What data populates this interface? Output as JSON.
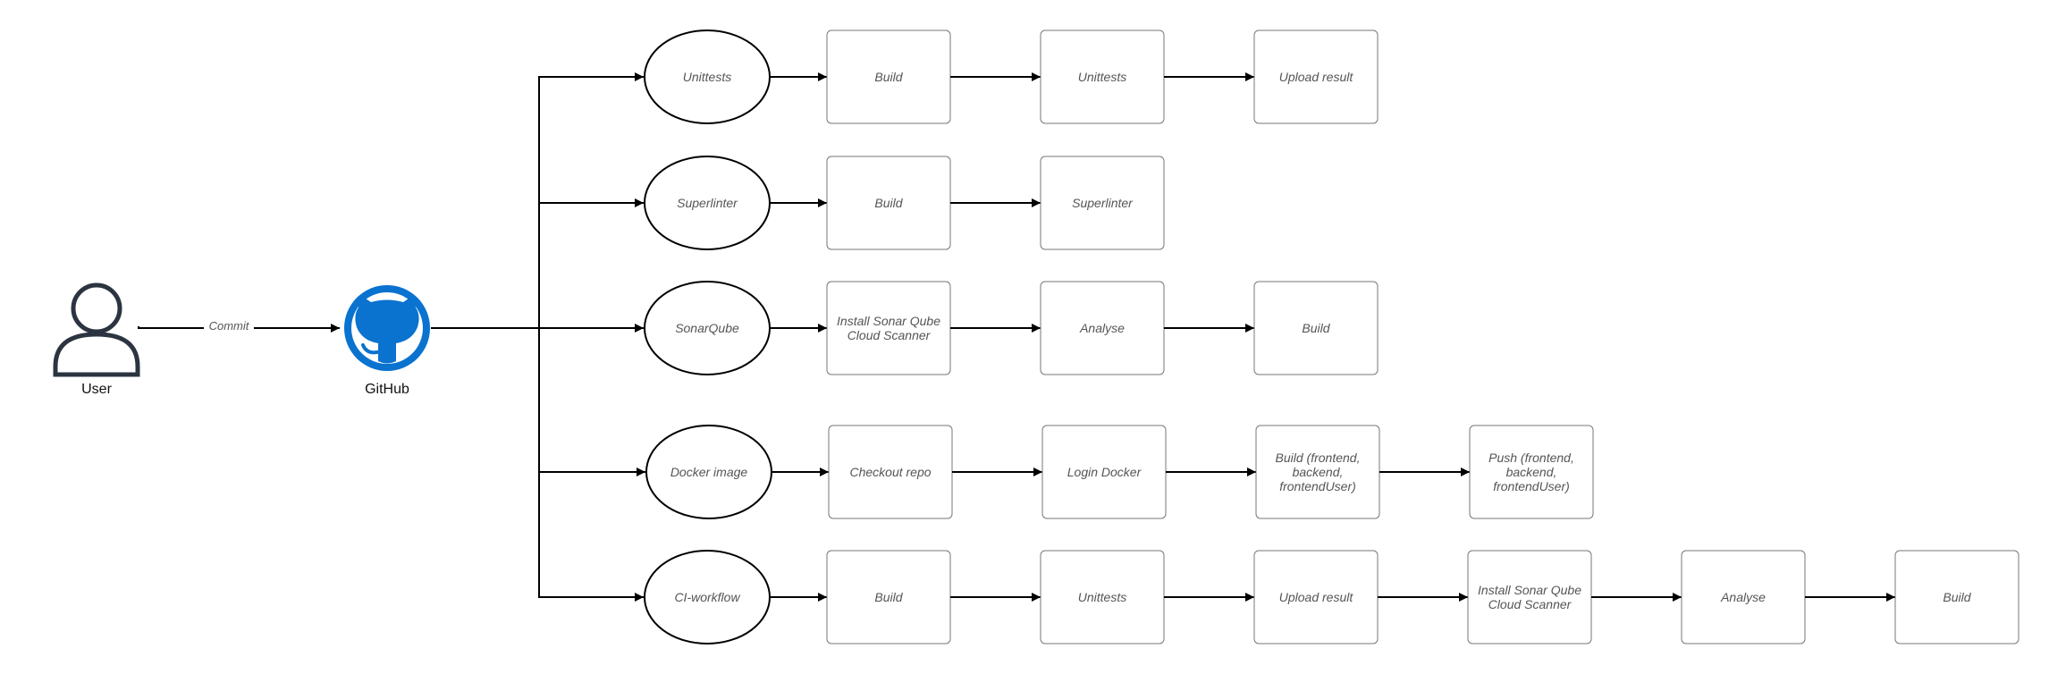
{
  "actors": {
    "user": {
      "label": "User"
    },
    "github": {
      "label": "GitHub"
    }
  },
  "edge_label": "Commit",
  "colors": {
    "github": "#0a72cf",
    "user_stroke": "#2b3440",
    "line": "#000000",
    "box_stroke": "#777777"
  },
  "workflows": [
    {
      "name": "Unittests",
      "steps": [
        "Build",
        "Unittests",
        "Upload result"
      ]
    },
    {
      "name": "Superlinter",
      "steps": [
        "Build",
        "Superlinter"
      ]
    },
    {
      "name": "SonarQube",
      "steps": [
        "Install Sonar Qube Cloud Scanner",
        "Analyse",
        "Build"
      ]
    },
    {
      "name": "Docker image",
      "steps": [
        "Checkout repo",
        "Login Docker",
        "Build (frontend, backend, frontendUser)",
        "Push (frontend, backend, frontendUser)"
      ]
    },
    {
      "name": "CI-workflow",
      "steps": [
        "Build",
        "Unittests",
        "Upload result",
        "Install Sonar Qube Cloud Scanner",
        "Analyse",
        "Build"
      ]
    }
  ]
}
